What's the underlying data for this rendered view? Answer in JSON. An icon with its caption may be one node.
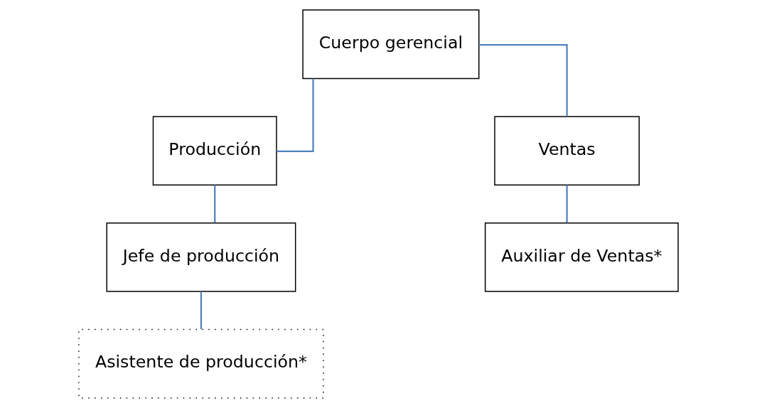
{
  "diagram": {
    "nodes": [
      {
        "text": [
          "Cuerpo gerencial"
        ]
      },
      {
        "text": [
          "Producción"
        ]
      },
      {
        "text": [
          "Ventas"
        ]
      },
      {
        "text": [
          "Jefe de producción"
        ]
      },
      {
        "text": [
          "Auxiliar de Ventas*"
        ]
      },
      {
        "text": [
          "Asistente de producción*"
        ]
      }
    ],
    "edges": [
      {
        "from": 0,
        "to": 1,
        "arrow": "none"
      },
      {
        "from": 0,
        "to": 2,
        "arrow": "none"
      },
      {
        "from": 1,
        "to": 3,
        "arrow": "none"
      },
      {
        "from": 2,
        "to": 4,
        "arrow": "none"
      },
      {
        "from": 3,
        "to": 5,
        "arrow": "none"
      }
    ]
  }
}
